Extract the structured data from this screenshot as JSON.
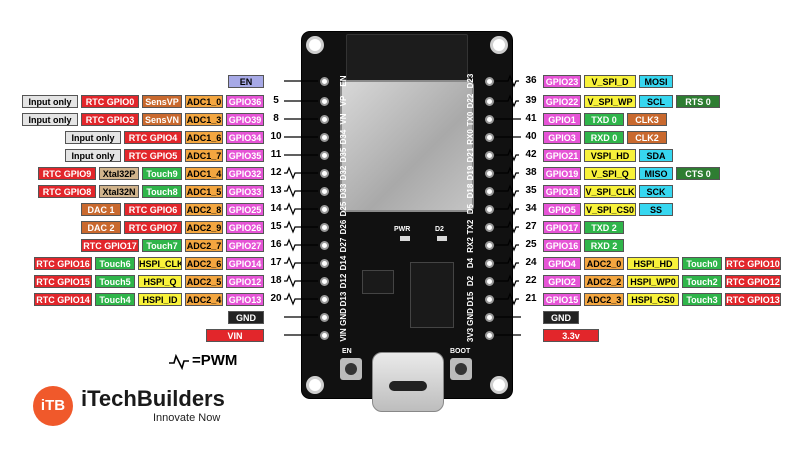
{
  "colors": {
    "gray": "#e4e4e4",
    "red": "#e2262b",
    "brown": "#c9692e",
    "tan": "#d1b48c",
    "orange": "#f3a640",
    "magenta": "#e654d6",
    "yellow": "#f8f23a",
    "green": "#2fb54a",
    "cyan": "#37d7f0",
    "darkgreen": "#2e7d32",
    "gnd": "#222222",
    "lavender": "#a7a9e6",
    "darkbrown": "#7a3a14"
  },
  "left_rows": [
    {
      "pin": "",
      "cells": [
        {
          "t": "EN",
          "c": "lavender"
        }
      ]
    },
    {
      "pin": "5",
      "cells": [
        {
          "t": "Input only",
          "c": "gray"
        },
        {
          "t": "RTC GPIO0",
          "c": "red"
        },
        {
          "t": "SensVP",
          "c": "brown"
        },
        {
          "t": "ADC1_0",
          "c": "orange"
        },
        {
          "t": "GPIO36",
          "c": "magenta"
        }
      ]
    },
    {
      "pin": "8",
      "cells": [
        {
          "t": "Input only",
          "c": "gray"
        },
        {
          "t": "RTC GPIO3",
          "c": "red"
        },
        {
          "t": "SensVN",
          "c": "brown"
        },
        {
          "t": "ADC1_3",
          "c": "orange"
        },
        {
          "t": "GPIO39",
          "c": "magenta"
        }
      ]
    },
    {
      "pin": "10",
      "cells": [
        {
          "t": "Input only",
          "c": "gray"
        },
        {
          "t": "RTC GPIO4",
          "c": "red"
        },
        {
          "t": "ADC1_6",
          "c": "orange"
        },
        {
          "t": "GPIO34",
          "c": "magenta"
        }
      ]
    },
    {
      "pin": "11",
      "cells": [
        {
          "t": "Input only",
          "c": "gray"
        },
        {
          "t": "RTC GPIO5",
          "c": "red"
        },
        {
          "t": "ADC1_7",
          "c": "orange"
        },
        {
          "t": "GPIO35",
          "c": "magenta"
        }
      ]
    },
    {
      "pin": "12",
      "cells": [
        {
          "t": "RTC GPIO9",
          "c": "red"
        },
        {
          "t": "Xtal32P",
          "c": "tan"
        },
        {
          "t": "Touch9",
          "c": "green"
        },
        {
          "t": "ADC1_4",
          "c": "orange"
        },
        {
          "t": "GPIO32",
          "c": "magenta"
        }
      ]
    },
    {
      "pin": "13",
      "cells": [
        {
          "t": "RTC GPIO8",
          "c": "red"
        },
        {
          "t": "Xtal32N",
          "c": "tan"
        },
        {
          "t": "Touch8",
          "c": "green"
        },
        {
          "t": "ADC1_5",
          "c": "orange"
        },
        {
          "t": "GPIO33",
          "c": "magenta"
        }
      ]
    },
    {
      "pin": "14",
      "cells": [
        {
          "t": "DAC 1",
          "c": "brown"
        },
        {
          "t": "RTC GPIO6",
          "c": "red"
        },
        {
          "t": "ADC2_8",
          "c": "orange"
        },
        {
          "t": "GPIO25",
          "c": "magenta"
        }
      ]
    },
    {
      "pin": "15",
      "cells": [
        {
          "t": "DAC 2",
          "c": "brown"
        },
        {
          "t": "RTC GPIO7",
          "c": "red"
        },
        {
          "t": "ADC2_9",
          "c": "orange"
        },
        {
          "t": "GPIO26",
          "c": "magenta"
        }
      ]
    },
    {
      "pin": "16",
      "cells": [
        {
          "t": "RTC GPIO17",
          "c": "red"
        },
        {
          "t": "Touch7",
          "c": "green"
        },
        {
          "t": "ADC2_7",
          "c": "orange"
        },
        {
          "t": "GPIO27",
          "c": "magenta"
        }
      ]
    },
    {
      "pin": "17",
      "cells": [
        {
          "t": "RTC GPIO16",
          "c": "red"
        },
        {
          "t": "Touch6",
          "c": "green"
        },
        {
          "t": "HSPI_CLK",
          "c": "yellow"
        },
        {
          "t": "ADC2_6",
          "c": "orange"
        },
        {
          "t": "GPIO14",
          "c": "magenta"
        }
      ]
    },
    {
      "pin": "18",
      "cells": [
        {
          "t": "RTC GPIO15",
          "c": "red"
        },
        {
          "t": "Touch5",
          "c": "green"
        },
        {
          "t": "HSPI_Q",
          "c": "yellow"
        },
        {
          "t": "ADC2_5",
          "c": "orange"
        },
        {
          "t": "GPIO12",
          "c": "magenta"
        }
      ]
    },
    {
      "pin": "20",
      "cells": [
        {
          "t": "RTC GPIO14",
          "c": "red"
        },
        {
          "t": "Touch4",
          "c": "green"
        },
        {
          "t": "HSPI_ID",
          "c": "yellow"
        },
        {
          "t": "ADC2_4",
          "c": "orange"
        },
        {
          "t": "GPIO13",
          "c": "magenta"
        }
      ]
    },
    {
      "pin": "",
      "cells": [
        {
          "t": "GND",
          "c": "gnd"
        }
      ]
    },
    {
      "pin": "",
      "cells": [
        {
          "t": "VIN",
          "c": "red"
        }
      ]
    }
  ],
  "right_rows": [
    {
      "pin": "36",
      "cells": [
        {
          "t": "GPIO23",
          "c": "magenta"
        },
        {
          "t": "V_SPI_D",
          "c": "yellow"
        },
        {
          "t": "MOSI",
          "c": "cyan"
        }
      ]
    },
    {
      "pin": "39",
      "cells": [
        {
          "t": "GPIO22",
          "c": "magenta"
        },
        {
          "t": "V_SPI_WP",
          "c": "yellow"
        },
        {
          "t": "SCL",
          "c": "cyan"
        },
        {
          "t": "RTS 0",
          "c": "darkgreen"
        }
      ]
    },
    {
      "pin": "41",
      "cells": [
        {
          "t": "GPIO1",
          "c": "magenta"
        },
        {
          "t": "TXD 0",
          "c": "green"
        },
        {
          "t": "CLK3",
          "c": "brown"
        }
      ]
    },
    {
      "pin": "40",
      "cells": [
        {
          "t": "GPIO3",
          "c": "magenta"
        },
        {
          "t": "RXD 0",
          "c": "green"
        },
        {
          "t": "CLK2",
          "c": "brown"
        }
      ]
    },
    {
      "pin": "42",
      "cells": [
        {
          "t": "GPIO21",
          "c": "magenta"
        },
        {
          "t": "VSPI_HD",
          "c": "yellow"
        },
        {
          "t": "SDA",
          "c": "cyan"
        }
      ]
    },
    {
      "pin": "38",
      "cells": [
        {
          "t": "GPIO19",
          "c": "magenta"
        },
        {
          "t": "V_SPI_Q",
          "c": "yellow"
        },
        {
          "t": "MISO",
          "c": "cyan"
        },
        {
          "t": "CTS 0",
          "c": "darkgreen"
        }
      ]
    },
    {
      "pin": "35",
      "cells": [
        {
          "t": "GPIO18",
          "c": "magenta"
        },
        {
          "t": "V_SPI_CLK",
          "c": "yellow"
        },
        {
          "t": "SCK",
          "c": "cyan"
        }
      ]
    },
    {
      "pin": "34",
      "cells": [
        {
          "t": "GPIO5",
          "c": "magenta"
        },
        {
          "t": "V_SPI_CS0",
          "c": "yellow"
        },
        {
          "t": "SS",
          "c": "cyan"
        }
      ]
    },
    {
      "pin": "27",
      "cells": [
        {
          "t": "GPIO17",
          "c": "magenta"
        },
        {
          "t": "TXD 2",
          "c": "green"
        }
      ]
    },
    {
      "pin": "25",
      "cells": [
        {
          "t": "GPIO16",
          "c": "magenta"
        },
        {
          "t": "RXD 2",
          "c": "green"
        }
      ]
    },
    {
      "pin": "24",
      "cells": [
        {
          "t": "GPIO4",
          "c": "magenta"
        },
        {
          "t": "ADC2_0",
          "c": "orange"
        },
        {
          "t": "HSPI_HD",
          "c": "yellow"
        },
        {
          "t": "Touch0",
          "c": "green"
        },
        {
          "t": "RTC GPIO10",
          "c": "red"
        }
      ]
    },
    {
      "pin": "22",
      "cells": [
        {
          "t": "GPIO2",
          "c": "magenta"
        },
        {
          "t": "ADC2_2",
          "c": "orange"
        },
        {
          "t": "HSPI_WP0",
          "c": "yellow"
        },
        {
          "t": "Touch2",
          "c": "green"
        },
        {
          "t": "RTC GPIO12",
          "c": "red"
        }
      ]
    },
    {
      "pin": "21",
      "cells": [
        {
          "t": "GPIO15",
          "c": "magenta"
        },
        {
          "t": "ADC2_3",
          "c": "orange"
        },
        {
          "t": "HSPI_CS0",
          "c": "yellow"
        },
        {
          "t": "Touch3",
          "c": "green"
        },
        {
          "t": "RTC GPIO13",
          "c": "red"
        }
      ]
    },
    {
      "pin": "",
      "cells": [
        {
          "t": "GND",
          "c": "gnd"
        }
      ]
    },
    {
      "pin": "",
      "cells": [
        {
          "t": "3.3v",
          "c": "red"
        }
      ]
    }
  ],
  "board": {
    "left_pins": [
      "EN",
      "VP",
      "VN",
      "D34",
      "D35",
      "D32",
      "D33",
      "D25",
      "D26",
      "D27",
      "D14",
      "D12",
      "D13",
      "GND",
      "VIN"
    ],
    "right_pins": [
      "D23",
      "D22",
      "TX0",
      "RX0",
      "D21",
      "D19",
      "D18",
      "D5",
      "TX2",
      "RX2",
      "D4",
      "D2",
      "D15",
      "GND",
      "3V3"
    ],
    "pwr_label": "PWR",
    "d2_label": "D2",
    "en_button": "EN",
    "boot_button": "BOOT"
  },
  "legend": {
    "text": "=PWM"
  },
  "brand": {
    "logo": "iTB",
    "name": "iTechBuilders",
    "tagline": "Innovate Now"
  }
}
